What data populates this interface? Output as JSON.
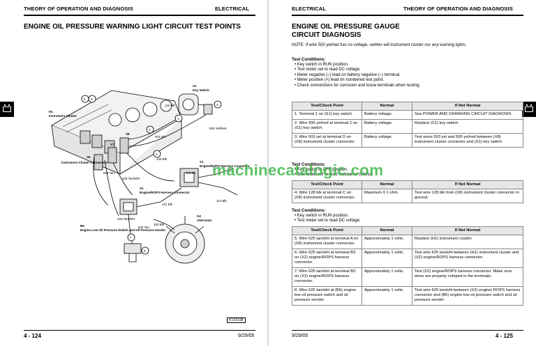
{
  "left_page": {
    "header_title": "THEORY OF OPERATION AND DIAGNOSIS",
    "header_section": "ELECTRICAL",
    "title": "ENGINE OIL PRESSURE WARNING LIGHT CIRCUIT TEST POINTS",
    "page_number": "4 - 124",
    "date": "9/29/05",
    "figure_code": "KV15198",
    "diagram_labels": {
      "s1": "S1",
      "s1_name": "Key Switch",
      "h1": "H1",
      "h1_name": "Instrument Cluster",
      "x8": "X8",
      "x7": "X7",
      "x6": "X6",
      "connectors": "Instrument Cluster Connectors",
      "x1": "X1",
      "x1_name": "Engine/ROPS Harness Connector",
      "x2": "X2",
      "x2_name": "Engine/ROPS Harness Connector",
      "b6": "B6",
      "b6_name": "Engine Low Oil Pressure Switch and Oil Pressure Sender",
      "g2": "G2",
      "g2_name": "Alternator",
      "w500": "500 Yel/Red",
      "w503": "503 Yel",
      "w116": "116 Blk",
      "w128": "128 Blk",
      "w625_tan": "625 Tan",
      "w625_tanwht": "625 Tan/Wht",
      "w114": "114 Blk",
      "w131": "131 Blk",
      "w625_tanwht2": "625 Tan/Wht",
      "w625_tan2": "625 Tan",
      "w100": "100 Blk",
      "n1": "1",
      "n2": "2",
      "n3": "3",
      "n4": "4",
      "n5": "5",
      "n6": "6",
      "n7": "7",
      "n8": "8"
    }
  },
  "right_page": {
    "header_section": "ELECTRICAL",
    "header_title": "THEORY OF OPERATION AND DIAGNOSIS",
    "title_line1": "ENGINE OIL PRESSURE GAUGE",
    "title_line2": "CIRCUIT DIAGNOSIS",
    "note_label": "NOTE:",
    "note_text": "If wire 500 yel/red has no voltage, neither will instrument cluster nor any warning lights.",
    "page_number": "4 - 125",
    "date": "9/29/05",
    "sections": [
      {
        "heading": "Test Conditions:",
        "bullets": [
          "Key switch in RUN position.",
          "Test meter set to read DC voltage.",
          "Meter negative (–) lead on battery negative (–) terminal.",
          "Meter positive (+) lead on numbered test point.",
          "Check connections for corrosion and loose terminals when testing."
        ],
        "columns": [
          "Test/Check Point",
          "Normal",
          "If Not Normal"
        ],
        "rows": [
          [
            "1. Terminal 1 on (S1) key switch.",
            "Battery voltage.",
            "See POWER AND CRANKING CIRCUIT DIAGNOSIS."
          ],
          [
            "2. Wire 500 yel/red at terminal 2 on (S1) key switch.",
            "Battery voltage.",
            "Replace (S1) key switch."
          ],
          [
            "3. Wire 503 yel at terminal D on (X8) instrument cluster connector.",
            "Battery voltage.",
            "Test wires 503 yel and 500 yel/red between (X8) instrument cluster connector and (S1) key switch."
          ]
        ]
      },
      {
        "heading": "Test Conditions:",
        "bullets": [
          "Key switch in OFF position.",
          "Test meter set to read resistance (ohms)."
        ],
        "columns": [
          "Test/Check Point",
          "Normal",
          "If Not Normal"
        ],
        "rows": [
          [
            "4. Wire 128 blk at terminal C on (X8) instrument cluster connector.",
            "Maximum 0.1 ohm.",
            "Test wire 128 blk from (X8) instrument cluster connector to ground."
          ]
        ]
      },
      {
        "heading": "Test Conditions:",
        "bullets": [
          "Key switch in RUN position.",
          "Test meter set to read DC voltage."
        ],
        "columns": [
          "Test/Check Point",
          "Normal",
          "If Not Normal"
        ],
        "rows": [
          [
            "5. Wire 625 tan/wht at terminal A on (X8) instrument cluster connector.",
            "Approximately 1 volts.",
            "Replace (H1) instrument cluster."
          ],
          [
            "6. Wire 625 tan/wht at terminal B3 on (X2) engine/ROPS harness connector.",
            "Approximately 1 volts.",
            "Test wire 625 tan/wht between (H1) instrument cluster and (X2) engine/ROPS harness connector."
          ],
          [
            "7. Wire 625 tan/wht at terminal B3 on (X2) engine/ROPS harness connector.",
            "Approximately 1 volts.",
            "Test (X2) engine/ROPS harness connector. Make sure wires are properly crimped in the terminals."
          ],
          [
            "8. Wire 625 tan/wht at (B6) engine low oil pressure switch and oil pressure sender.",
            "Approximately 1 volts.",
            "Test wire 625 tan/wht between (X2) engine/ ROPS harness connector and (B6) engine low oil pressure switch and oil pressure sender."
          ]
        ]
      }
    ]
  },
  "watermark": "machinecatalogic.com"
}
